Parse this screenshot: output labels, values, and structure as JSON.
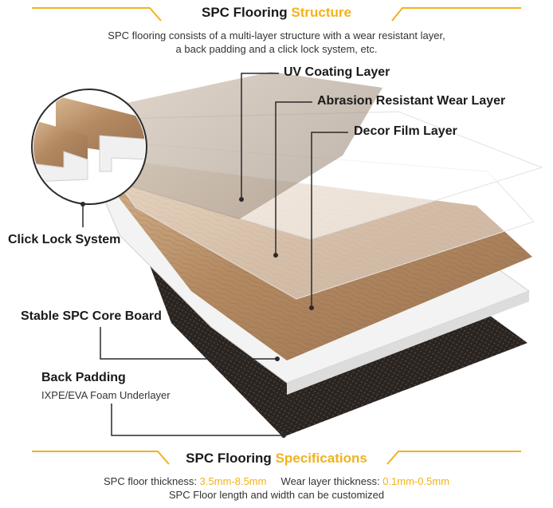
{
  "header": {
    "title_main": "SPC Flooring",
    "title_accent": "Structure",
    "intro_line1": "SPC flooring consists of a multi-layer structure with a wear resistant layer,",
    "intro_line2": "a back padding and a click lock system, etc."
  },
  "callouts": {
    "uv_coating": "UV Coating Layer",
    "wear_layer": "Abrasion Resistant Wear Layer",
    "decor_film": "Decor Film Layer",
    "click_lock": "Click Lock System",
    "core_board": "Stable SPC Core Board",
    "back_padding": "Back Padding",
    "back_padding_sub": "IXPE/EVA Foam Underlayer"
  },
  "footer": {
    "title_main": "SPC Flooring",
    "title_accent": "Specifications",
    "thickness_label": "SPC floor thickness:",
    "thickness_value": "3.5mm-8.5mm",
    "wear_label": "Wear layer thickness:",
    "wear_value": "0.1mm-0.5mm",
    "size_note": "SPC Floor length and width can be customized"
  },
  "colors": {
    "accent": "#f2b21b",
    "wood_light": "#c9a57c",
    "wood_dark": "#8e6a47",
    "padding": "#2b2522",
    "core": "#f2f2f2"
  }
}
